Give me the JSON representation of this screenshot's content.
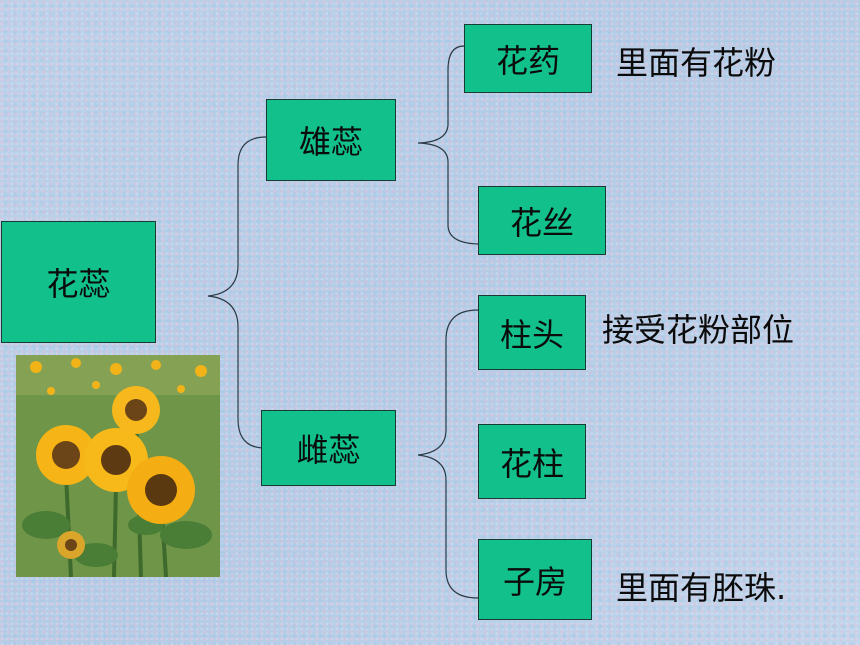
{
  "nodes": {
    "pistil_stamen_root": "花蕊",
    "stamen": "雄蕊",
    "pistil": "雌蕊",
    "anther": "花药",
    "filament": "花丝",
    "stigma": "柱头",
    "style": "花柱",
    "ovary": "子房"
  },
  "notes": {
    "anther_note": "里面有花粉",
    "stigma_note": "接受花粉部位",
    "ovary_note": "里面有胚珠."
  }
}
